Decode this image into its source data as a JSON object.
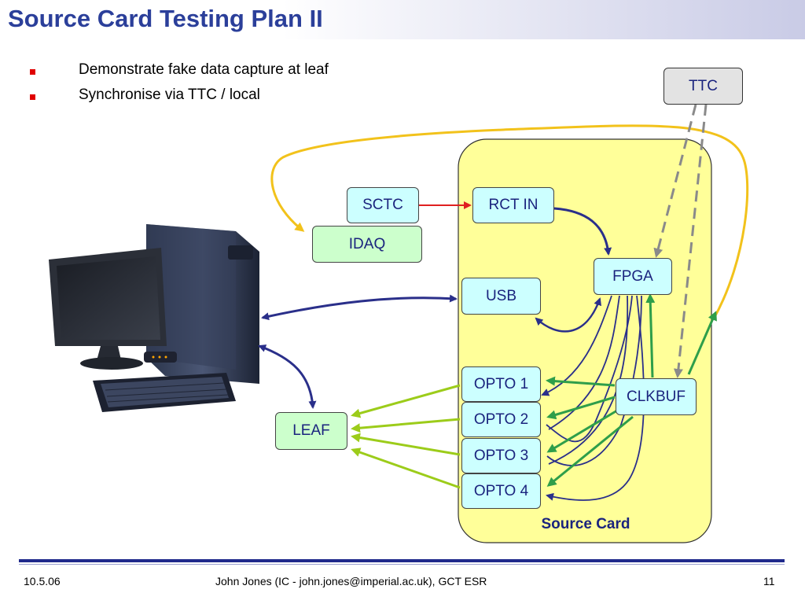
{
  "slide": {
    "title": "Source Card Testing Plan II",
    "bullets": [
      "Demonstrate fake data capture at leaf",
      "Synchronise via TTC / local"
    ]
  },
  "diagram": {
    "boxes": {
      "ttc": "TTC",
      "sctc": "SCTC",
      "idaq": "IDAQ",
      "rct_in": "RCT IN",
      "fpga": "FPGA",
      "usb": "USB",
      "clkbuf": "CLKBUF",
      "leaf": "LEAF",
      "opto1": "OPTO 1",
      "opto2": "OPTO 2",
      "opto3": "OPTO 3",
      "opto4": "OPTO 4"
    },
    "card_label": "Source Card",
    "colors": {
      "card_fill": "#ffff99",
      "box_cyan": "#ccffff",
      "box_green": "#ccffcc",
      "box_gray": "#e3e3e3",
      "arrow_navy": "#2a2f8a",
      "arrow_green": "#2e9e4a",
      "arrow_lime": "#9ccc1a",
      "arrow_yellow": "#f2c21b",
      "arrow_red": "#e02020",
      "arrow_dash": "#8a8a8a"
    }
  },
  "footer": {
    "date": "10.5.06",
    "author": "John Jones (IC - john.jones@imperial.ac.uk), GCT ESR",
    "page": "11"
  }
}
